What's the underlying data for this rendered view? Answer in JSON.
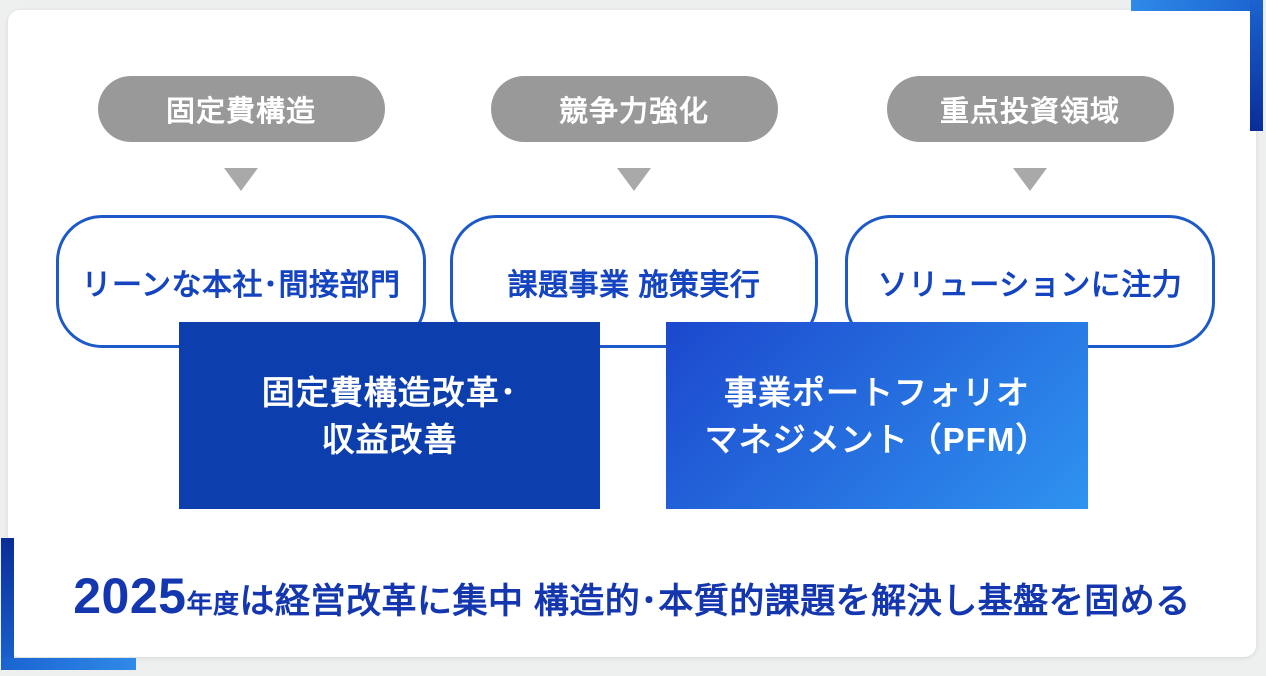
{
  "slide": {
    "columns": [
      {
        "pill": "固定費構造",
        "outcome": "リーンな本社･間接部門"
      },
      {
        "pill": "競争力強化",
        "outcome": "課題事業 施策実行"
      },
      {
        "pill": "重点投資領域",
        "outcome": "ソリューションに注力"
      }
    ],
    "initiatives": [
      {
        "line1": "固定費構造改革･",
        "line2": "収益改善"
      },
      {
        "line1": "事業ポートフォリオ",
        "line2": "マネジメント（PFM）"
      }
    ],
    "footer": {
      "year": "2025",
      "year_suffix": "年度",
      "message": "は経営改革に集中 構造的･本質的課題を解決し基盤を固める"
    },
    "colors": {
      "pill_gray": "#999999",
      "arrow_gray": "#a9a9a9",
      "outline_blue": "#1d5ac8",
      "box_text_blue": "#1544c0",
      "solid_blue": "#0d3ead",
      "gradient_start": "#1c48cd",
      "gradient_end": "#2f93f0",
      "footer_blue": "#1437b0",
      "deco_dark": "#0a2d97",
      "deco_mid": "#1b63d0",
      "deco_light": "#2f8ae8"
    }
  }
}
